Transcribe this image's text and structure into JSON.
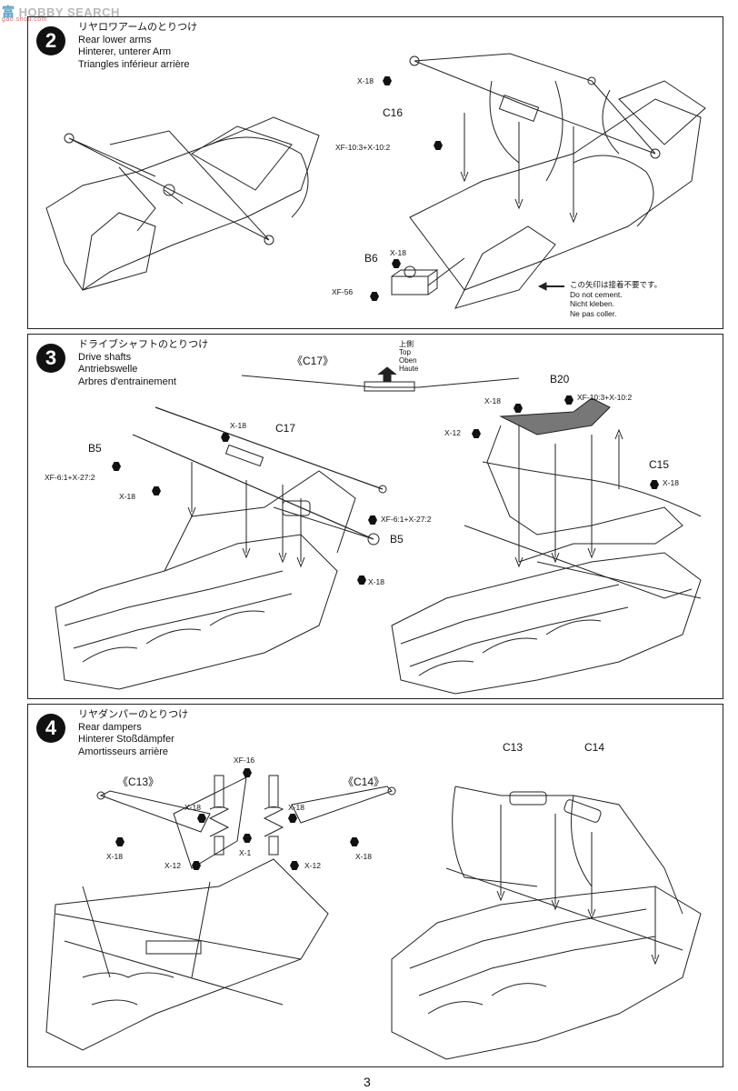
{
  "watermark": {
    "hanzi": "富",
    "text": "HOBBY SEARCH",
    "sub": "gao.shou.com"
  },
  "steps": {
    "s2": {
      "num": "2",
      "title_jp": "リヤロワアームのとりつけ",
      "title_en": "Rear lower arms",
      "title_de": "Hinterer, unterer Arm",
      "title_fr": "Triangles inférieur arrière",
      "labels": {
        "x18a": "X-18",
        "c16": "C16",
        "xf10": "XF-10:3+X-10:2",
        "b6": "B6",
        "x18b": "X-18",
        "xf56": "XF-56"
      },
      "note": {
        "jp": "この矢印は接着不要です。",
        "en": "Do not cement.",
        "de": "Nicht kleben.",
        "fr": "Ne pas coller."
      }
    },
    "s3": {
      "num": "3",
      "title_jp": "ドライブシャフトのとりつけ",
      "title_en": "Drive shafts",
      "title_de": "Antriebswelle",
      "title_fr": "Arbres d'entrainement",
      "top": {
        "jp": "上側",
        "en": "Top",
        "de": "Oben",
        "fr": "Haute"
      },
      "labels": {
        "c17a": "《C17》",
        "x18a": "X-18",
        "c17b": "C17",
        "b5a": "B5",
        "xf6a": "XF-6:1+X-27:2",
        "x18b": "X-18",
        "xf6b": "XF-6:1+X-27:2",
        "b5b": "B5",
        "x18c": "X-18",
        "b20": "B20",
        "x18d": "X-18",
        "xf10": "XF-10:3+X-10:2",
        "x12": "X-12",
        "c15": "C15",
        "x18e": "X-18"
      }
    },
    "s4": {
      "num": "4",
      "title_jp": "リヤダンパーのとりつけ",
      "title_en": "Rear dampers",
      "title_de": "Hinterer Stoßdämpfer",
      "title_fr": "Amortisseurs arrière",
      "labels": {
        "xf16": "XF-16",
        "c13a": "《C13》",
        "c14a": "《C14》",
        "x18a": "X-18",
        "x18b": "X-18",
        "x18c": "X-18",
        "x18d": "X-18",
        "x12a": "X-12",
        "x1": "X-1",
        "x12b": "X-12",
        "c13b": "C13",
        "c14b": "C14"
      }
    }
  },
  "page_number": "3"
}
